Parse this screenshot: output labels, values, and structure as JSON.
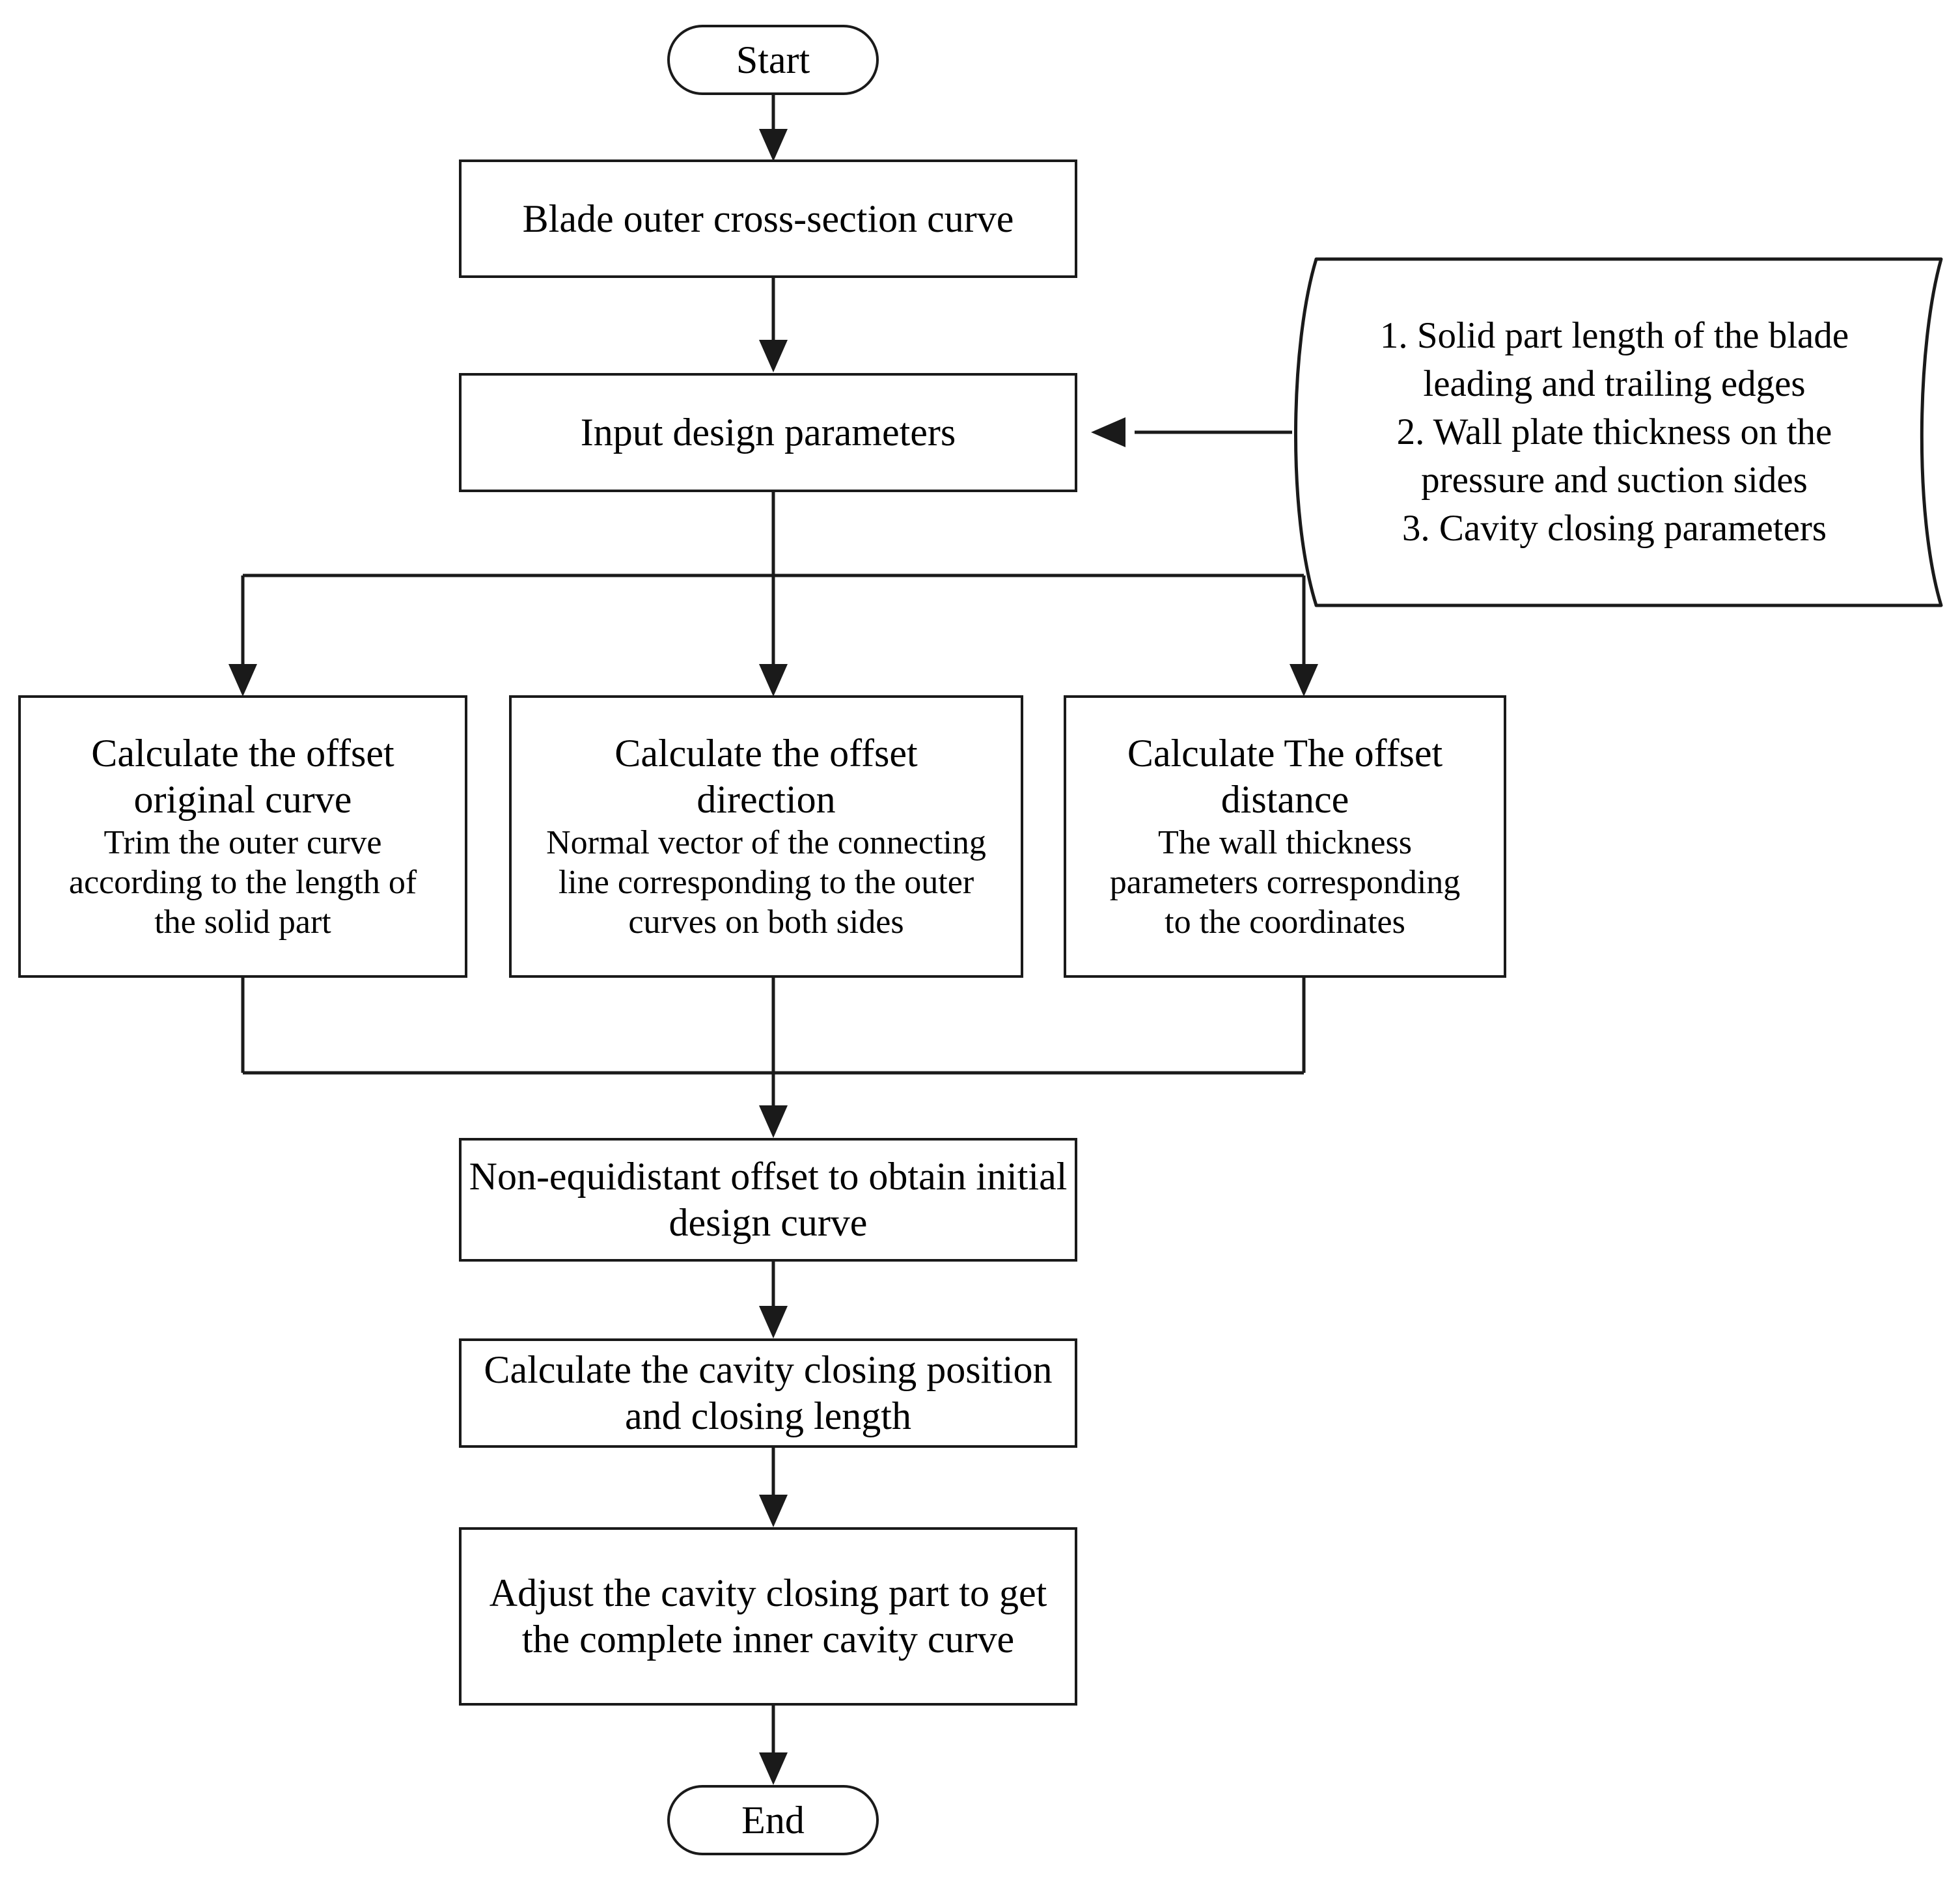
{
  "diagram": {
    "type": "flowchart",
    "title": "Blade inner cavity curve design flowchart",
    "orientation": "top-to-bottom",
    "line_color": "#1a1a1a",
    "fill_color": "#ffffff",
    "text_color": "#000000"
  },
  "nodes": {
    "start": {
      "label": "Start",
      "shape": "terminator"
    },
    "blade_curve": {
      "label": "Blade outer cross-section curve",
      "shape": "process"
    },
    "input_params": {
      "label": "Input design parameters",
      "shape": "process"
    },
    "note_params": {
      "shape": "document-note",
      "lines": [
        "1. Solid part length of the blade",
        "leading and trailing edges",
        "2. Wall plate thickness on the",
        "pressure and suction sides",
        "3. Cavity closing parameters"
      ],
      "text": "1. Solid part length of the blade\nleading and trailing edges\n2. Wall plate thickness on the\npressure and suction sides\n3. Cavity closing parameters"
    },
    "offset_curve": {
      "shape": "process",
      "title": "Calculate the offset\noriginal curve",
      "body": "Trim the outer curve\naccording to the length of\nthe solid part"
    },
    "offset_direction": {
      "shape": "process",
      "title": "Calculate the offset\ndirection",
      "body": "Normal vector of the connecting\nline corresponding to the outer\ncurves on both sides"
    },
    "offset_distance": {
      "shape": "process",
      "title": "Calculate The offset\ndistance",
      "body": "The wall thickness\nparameters corresponding\nto the coordinates"
    },
    "non_equidistant": {
      "label": "Non-equidistant offset to obtain\ninitial design curve",
      "shape": "process"
    },
    "cavity_closing": {
      "label": "Calculate the cavity closing\nposition and closing length",
      "shape": "process"
    },
    "adjust_cavity": {
      "label": "Adjust the cavity closing part to\nget the complete inner cavity\ncurve",
      "shape": "process"
    },
    "end": {
      "label": "End",
      "shape": "terminator"
    }
  },
  "edges": [
    {
      "from": "start",
      "to": "blade_curve",
      "kind": "arrow-down"
    },
    {
      "from": "blade_curve",
      "to": "input_params",
      "kind": "arrow-down"
    },
    {
      "from": "note_params",
      "to": "input_params",
      "kind": "arrow-left"
    },
    {
      "from": "input_params",
      "to": "offset_curve",
      "kind": "branch-down-left"
    },
    {
      "from": "input_params",
      "to": "offset_direction",
      "kind": "branch-down-center"
    },
    {
      "from": "input_params",
      "to": "offset_distance",
      "kind": "branch-down-right"
    },
    {
      "from": "offset_curve",
      "to": "non_equidistant",
      "kind": "merge-down"
    },
    {
      "from": "offset_direction",
      "to": "non_equidistant",
      "kind": "merge-down"
    },
    {
      "from": "offset_distance",
      "to": "non_equidistant",
      "kind": "merge-down"
    },
    {
      "from": "non_equidistant",
      "to": "cavity_closing",
      "kind": "arrow-down"
    },
    {
      "from": "cavity_closing",
      "to": "adjust_cavity",
      "kind": "arrow-down"
    },
    {
      "from": "adjust_cavity",
      "to": "end",
      "kind": "arrow-down"
    }
  ]
}
